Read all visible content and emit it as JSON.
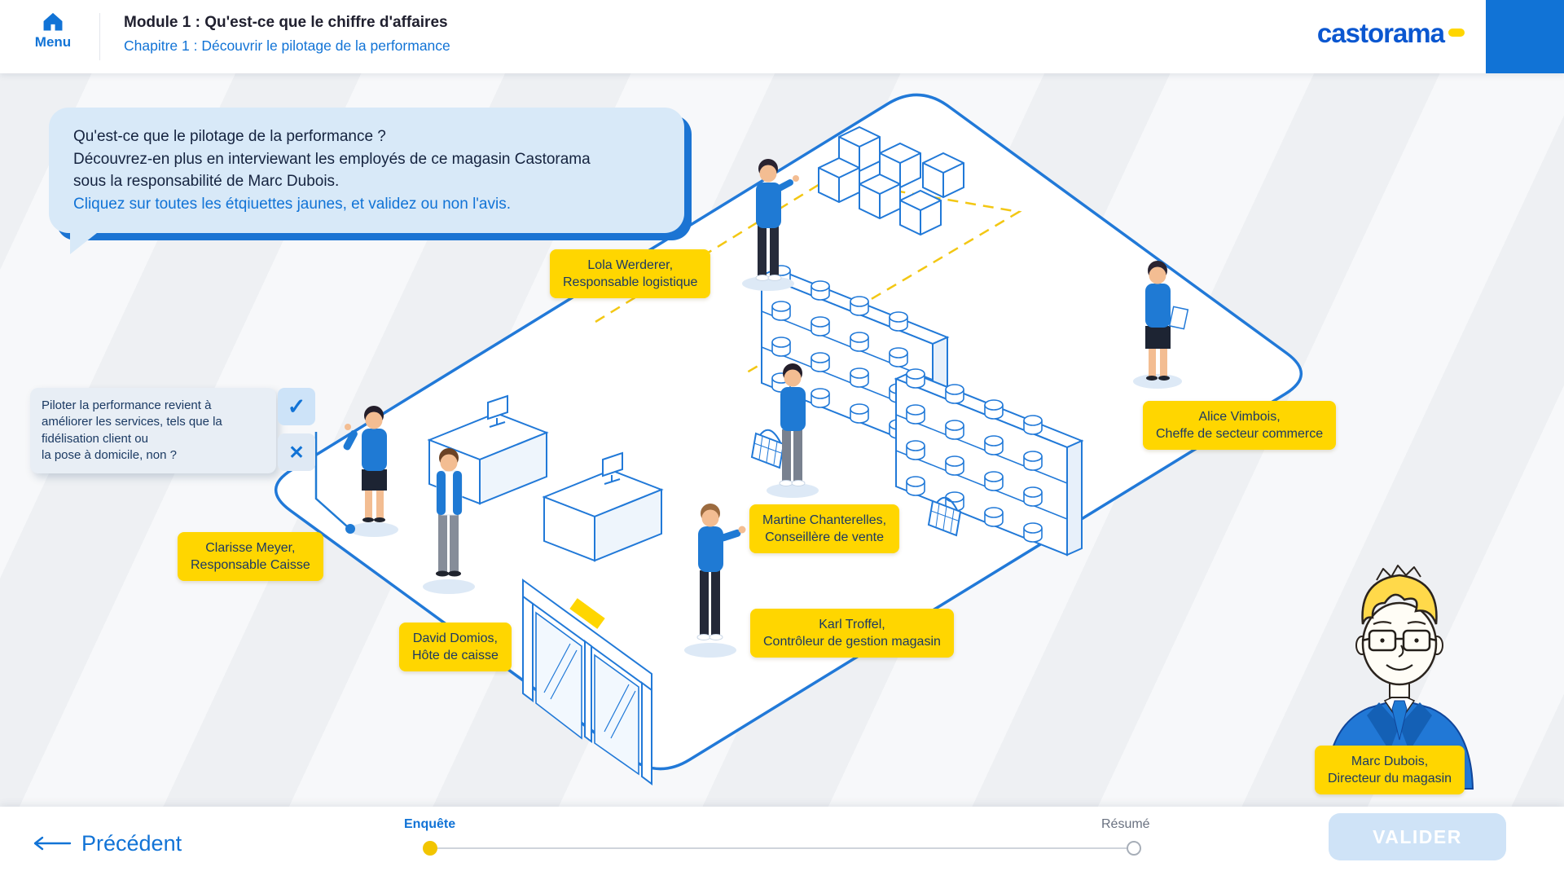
{
  "colors": {
    "brand_blue": "#1173d6",
    "logo_blue": "#0b57d0",
    "label_yellow": "#ffd600",
    "navy_text": "#1b3a63"
  },
  "header": {
    "menu_label": "Menu",
    "module_title": "Module 1 : Qu'est-ce que le chiffre d'affaires",
    "chapter_title": "Chapitre 1 : Découvrir le pilotage de la performance",
    "brand_name": "castorama"
  },
  "intro_bubble": {
    "line1": "Qu'est-ce que le pilotage de la performance ?",
    "line2": "Découvrez-en plus en interviewant les employés de ce magasin Castorama sous la responsabilité de Marc Dubois.",
    "cta": "Cliquez sur toutes les étqiuettes jaunes, et validez ou non l'avis."
  },
  "question_bubble": {
    "text": "Piloter la performance revient à améliorer les services, tels que la fidélisation client ou\nla pose à domicile, non ?",
    "confirm_glyph": "✓",
    "reject_glyph": "✕"
  },
  "characters": [
    {
      "id": "lola",
      "name": "Lola Werderer,",
      "role": "Responsable logistique"
    },
    {
      "id": "alice",
      "name": "Alice Vimbois,",
      "role": "Cheffe de secteur commerce"
    },
    {
      "id": "martine",
      "name": "Martine Chanterelles,",
      "role": "Conseillère de vente"
    },
    {
      "id": "clarisse",
      "name": "Clarisse Meyer,",
      "role": "Responsable Caisse"
    },
    {
      "id": "david",
      "name": "David Domios,",
      "role": "Hôte de caisse"
    },
    {
      "id": "karl",
      "name": "Karl Troffel,",
      "role": "Contrôleur de gestion magasin"
    },
    {
      "id": "marc",
      "name": "Marc Dubois,",
      "role": "Directeur du magasin"
    }
  ],
  "footer": {
    "previous_label": "Précédent",
    "progress_start_label": "Enquête",
    "progress_end_label": "Résumé",
    "validate_label": "VALIDER"
  }
}
